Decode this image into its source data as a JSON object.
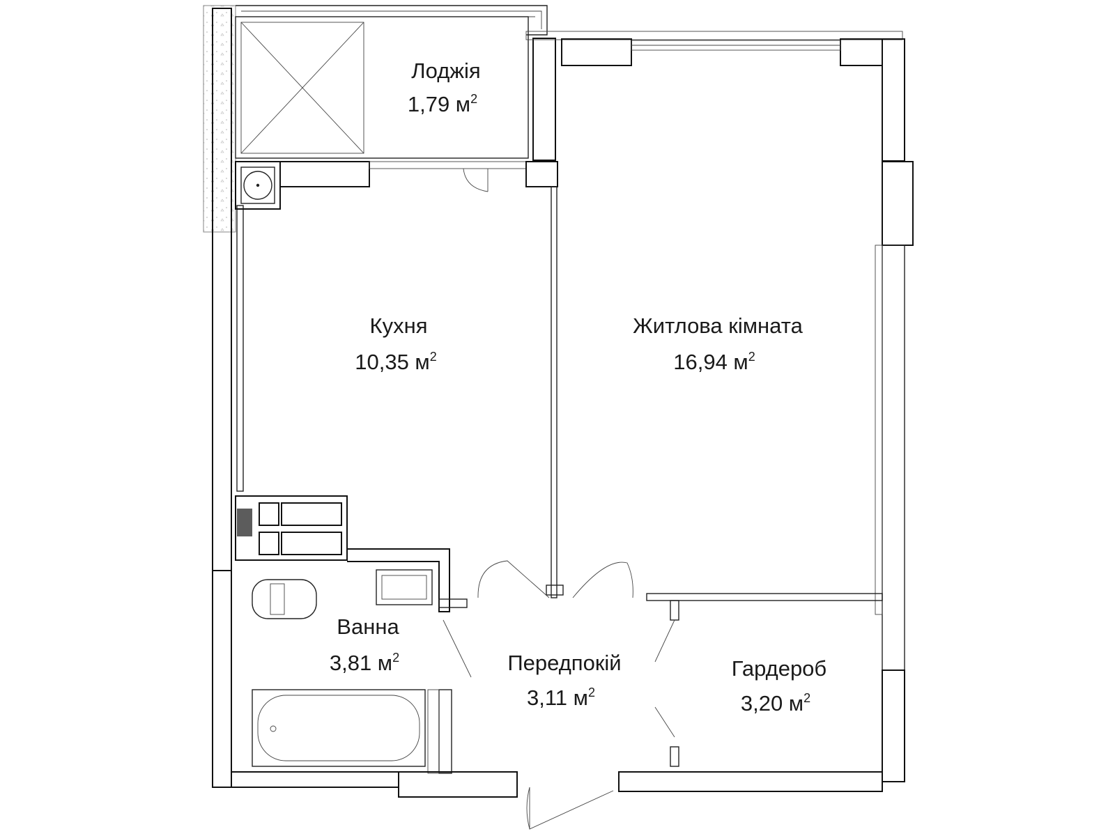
{
  "floor_plan": {
    "rooms": [
      {
        "id": "loggia",
        "name": "Лоджія",
        "area": "1,79 м",
        "sup": "2"
      },
      {
        "id": "kitchen",
        "name": "Кухня",
        "area": "10,35 м",
        "sup": "2"
      },
      {
        "id": "living",
        "name": "Житлова кімната",
        "area": "16,94 м",
        "sup": "2"
      },
      {
        "id": "bath",
        "name": "Ванна",
        "area": "3,81 м",
        "sup": "2"
      },
      {
        "id": "hall",
        "name": "Передпокій",
        "area": "3,11 м",
        "sup": "2"
      },
      {
        "id": "wardrobe",
        "name": "Гардероб",
        "area": "3,20 м",
        "sup": "2"
      }
    ],
    "colors": {
      "wall_stroke": "#111111",
      "hatch": "#555555",
      "background": "#ffffff"
    }
  }
}
